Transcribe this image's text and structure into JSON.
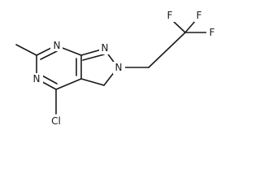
{
  "molecule": {
    "atoms": {
      "n_top": "N",
      "n_left": "N",
      "n_pyrazole_top": "N",
      "n_pyrazole_right": "N",
      "chlorine": "Cl",
      "fluorine_1": "F",
      "fluorine_2": "F",
      "fluorine_3": "F"
    }
  },
  "colors": {
    "bond": "#1a1a1a",
    "background": "#ffffff"
  }
}
